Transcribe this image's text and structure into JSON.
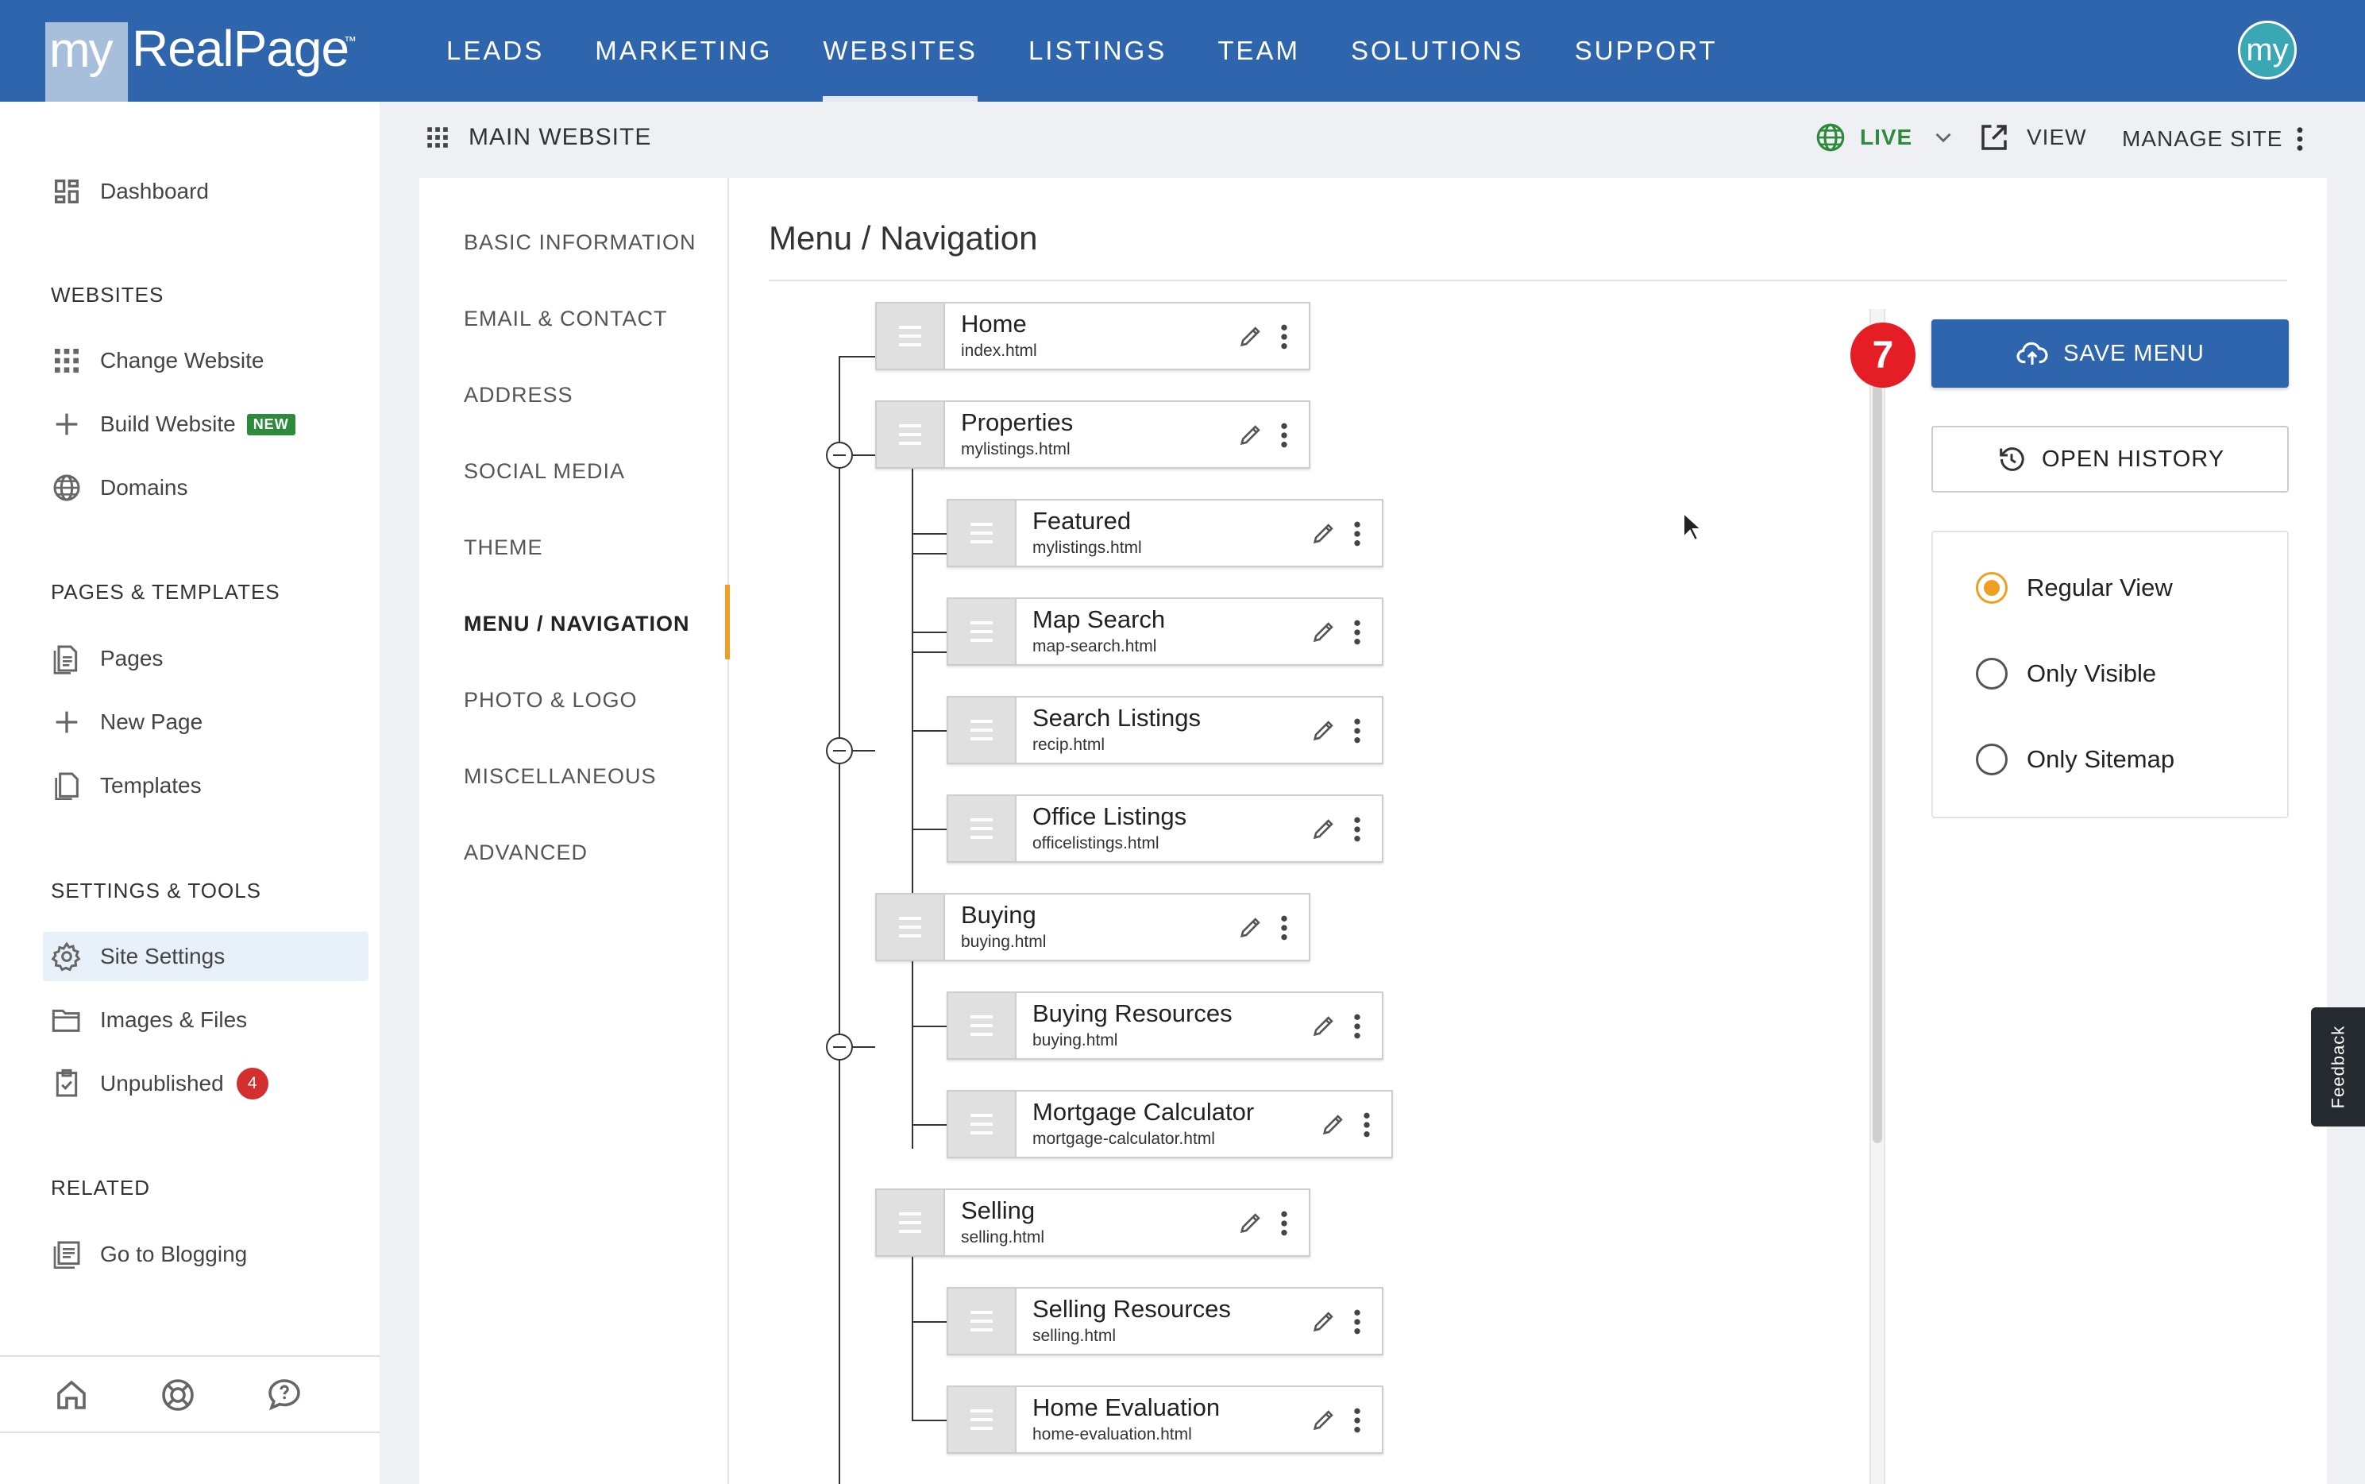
{
  "brand": {
    "my": "my",
    "name": "RealPage",
    "tm": "™"
  },
  "topnav": [
    "LEADS",
    "MARKETING",
    "WEBSITES",
    "LISTINGS",
    "TEAM",
    "SOLUTIONS",
    "SUPPORT"
  ],
  "topnav_active": "WEBSITES",
  "avatar_text": "my",
  "sidebar": {
    "dashboard": "Dashboard",
    "websites_heading": "WEBSITES",
    "change_website": "Change Website",
    "build_website": "Build Website",
    "build_badge": "NEW",
    "domains": "Domains",
    "pages_heading": "PAGES & TEMPLATES",
    "pages": "Pages",
    "new_page": "New Page",
    "templates": "Templates",
    "settings_heading": "SETTINGS & TOOLS",
    "site_settings": "Site Settings",
    "images_files": "Images & Files",
    "unpublished": "Unpublished",
    "unpublished_count": "4",
    "related_heading": "RELATED",
    "go_blogging": "Go to Blogging"
  },
  "subheader": {
    "site": "MAIN WEBSITE",
    "status": "LIVE",
    "view": "VIEW",
    "manage": "MANAGE SITE"
  },
  "settings_nav": [
    "BASIC INFORMATION",
    "EMAIL & CONTACT",
    "ADDRESS",
    "SOCIAL MEDIA",
    "THEME",
    "MENU / NAVIGATION",
    "PHOTO & LOGO",
    "MISCELLANEOUS",
    "ADVANCED"
  ],
  "settings_nav_active": "MENU / NAVIGATION",
  "content": {
    "title": "Menu / Navigation"
  },
  "menu_items": [
    {
      "label": "Home",
      "url": "index.html",
      "level": 0
    },
    {
      "label": "Properties",
      "url": "mylistings.html",
      "level": 0
    },
    {
      "label": "Featured",
      "url": "mylistings.html",
      "level": 1
    },
    {
      "label": "Map Search",
      "url": "map-search.html",
      "level": 1
    },
    {
      "label": "Search Listings",
      "url": "recip.html",
      "level": 1
    },
    {
      "label": "Office Listings",
      "url": "officelistings.html",
      "level": 1
    },
    {
      "label": "Buying",
      "url": "buying.html",
      "level": 0
    },
    {
      "label": "Buying Resources",
      "url": "buying.html",
      "level": 1
    },
    {
      "label": "Mortgage Calculator",
      "url": "mortgage-calculator.html",
      "level": 1
    },
    {
      "label": "Selling",
      "url": "selling.html",
      "level": 0
    },
    {
      "label": "Selling Resources",
      "url": "selling.html",
      "level": 1
    },
    {
      "label": "Home Evaluation",
      "url": "home-evaluation.html",
      "level": 1
    }
  ],
  "actions": {
    "step": "7",
    "save": "SAVE MENU",
    "history": "OPEN HISTORY"
  },
  "view_options": [
    {
      "label": "Regular View",
      "checked": true
    },
    {
      "label": "Only Visible",
      "checked": false
    },
    {
      "label": "Only Sitemap",
      "checked": false
    }
  ],
  "feedback": "Feedback",
  "colors": {
    "primary": "#2f65ad",
    "accent": "#f0a020",
    "live": "#2e8b3e",
    "alert": "#e51e25"
  }
}
